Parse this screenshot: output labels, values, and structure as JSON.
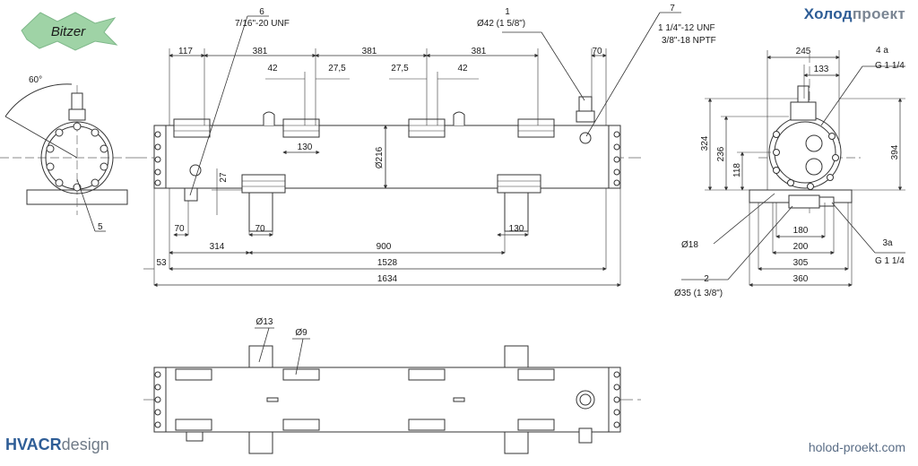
{
  "brands": {
    "logo_text": "Bitzer",
    "holod_part1": "Холод",
    "holod_part2": "проект",
    "hvacr_part1": "HVACR",
    "hvacr_part2": "design",
    "site_part1": "holod-",
    "site_part2": "prоekt.com",
    "colors": {
      "holod_blue": "#2e5d96",
      "holod_grey": "#7a8593",
      "hvacr_blue": "#2e5d96",
      "hvacr_grey": "#6f7a87",
      "logo_green": "#9fd3a6"
    }
  },
  "left_view": {
    "angle_label": "60°",
    "callout_5": "5"
  },
  "front_view": {
    "callout_6": "6",
    "thread_6": "7/16\"-20 UNF",
    "callout_1": "1",
    "dia_1": "Ø42 (1 5/8\")",
    "callout_7": "7",
    "thread_7a": "1 1/4\"-12 UNF",
    "thread_7b": "3/8\"-18 NPTF",
    "d117": "117",
    "d381a": "381",
    "d381b": "381",
    "d381c": "381",
    "d70top": "70",
    "d42a": "42",
    "d275a": "27,5",
    "d275b": "27,5",
    "d42b": "42",
    "d130a": "130",
    "d216": "Ø216",
    "d27": "27",
    "d70a": "70",
    "d70b": "70",
    "d130b": "130",
    "d314": "314",
    "d900": "900",
    "d53": "53",
    "d1528": "1528",
    "d1634": "1634"
  },
  "side_view": {
    "d245": "245",
    "d133": "133",
    "callout_4a": "4 a",
    "thread_4a": "G 1 1/4",
    "d324": "324",
    "d236": "236",
    "d118": "118",
    "d394": "394",
    "d18": "Ø18",
    "d180": "180",
    "d200": "200",
    "d305": "305",
    "d360": "360",
    "callout_3a": "3a",
    "thread_3a": "G 1 1/4",
    "callout_2": "2",
    "dia_2": "Ø35 (1 3/8\")"
  },
  "top_view": {
    "d13": "Ø13",
    "d9": "Ø9"
  }
}
